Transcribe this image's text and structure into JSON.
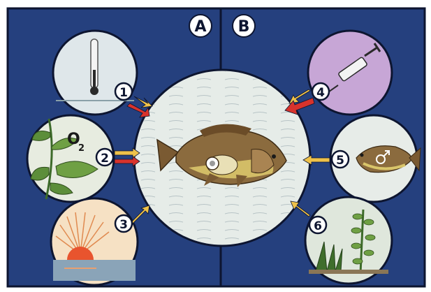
{
  "panels": {
    "left_label": "A",
    "right_label": "B"
  },
  "factor_markers": [
    "1",
    "2",
    "3",
    "4",
    "5",
    "6"
  ],
  "oxygen_label": "O",
  "oxygen_subscript": "2",
  "colors": {
    "background": "#25407e",
    "frame": "#0d1530",
    "center_fill": "#e6ece8",
    "arrow_yellow": "#efc24a",
    "arrow_red": "#d8332c",
    "syringe_bg": "#c7a6d6",
    "fish_body": "#8b6b3e",
    "fish_belly": "#d9c56a"
  },
  "icons": {
    "thermometer": "thermometer-icon",
    "plant": "aquatic-plant-icon",
    "sun": "sun-icon",
    "syringe": "syringe-icon",
    "male_fish": "male-fish-icon",
    "water_plants": "water-plants-icon"
  }
}
